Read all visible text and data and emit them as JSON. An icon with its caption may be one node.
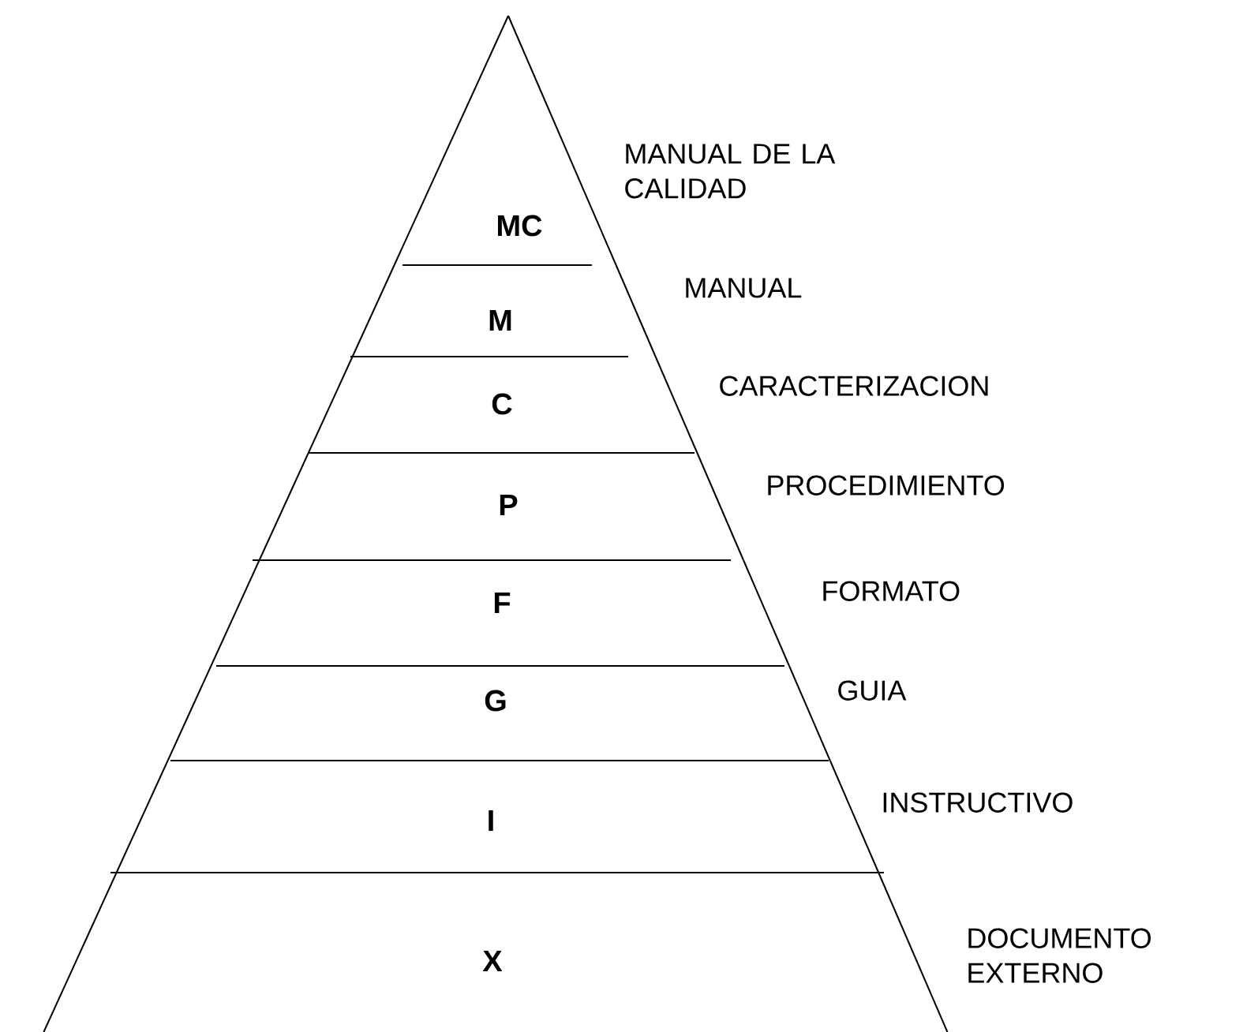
{
  "diagram": {
    "nodes": [
      {
        "text": [
          "MC"
        ],
        "beside": [
          "MANUAL DE LA CALIDAD"
        ]
      },
      {
        "text": [
          "M"
        ],
        "beside": [
          "MANUAL"
        ]
      },
      {
        "text": [
          "C"
        ],
        "beside": [
          "CARACTERIZACION"
        ]
      },
      {
        "text": [
          "P"
        ],
        "beside": [
          "PROCEDIMIENTO"
        ]
      },
      {
        "text": [
          "F"
        ],
        "beside": [
          "FORMATO"
        ]
      },
      {
        "text": [
          "G"
        ],
        "beside": [
          "GUIA"
        ]
      },
      {
        "text": [
          "I"
        ],
        "beside": [
          "INSTRUCTIVO"
        ]
      },
      {
        "text": [
          "X"
        ],
        "beside": [
          "DOCUMENTO EXTERNO"
        ]
      }
    ]
  }
}
